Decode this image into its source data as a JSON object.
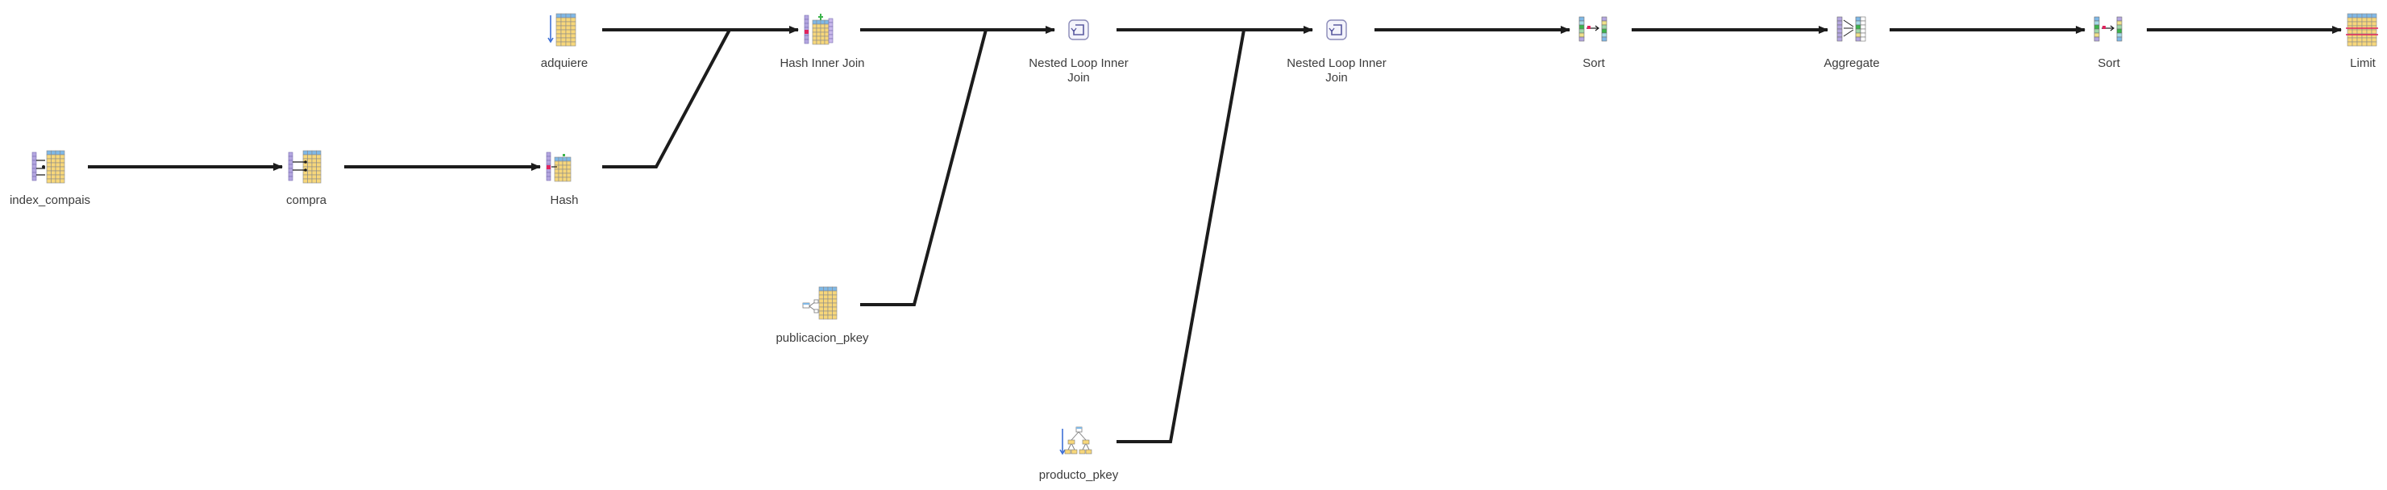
{
  "diagram": {
    "nodes": [
      {
        "id": "n-index_compais",
        "label": "index_compais",
        "icon": "index-only-scan-icon"
      },
      {
        "id": "n-compra",
        "label": "compra",
        "icon": "index-scan-icon"
      },
      {
        "id": "n-hash",
        "label": "Hash",
        "icon": "hash-icon"
      },
      {
        "id": "n-adquiere",
        "label": "adquiere",
        "icon": "seq-scan-icon"
      },
      {
        "id": "n-hash-join",
        "label": "Hash Inner Join",
        "icon": "hash-join-icon"
      },
      {
        "id": "n-publicacion",
        "label": "publicacion_pkey",
        "icon": "index-scan-pkey-icon"
      },
      {
        "id": "n-nlj1",
        "label": "Nested Loop Inner Join",
        "icon": "nested-loop-icon"
      },
      {
        "id": "n-producto",
        "label": "producto_pkey",
        "icon": "bitmap-index-scan-icon"
      },
      {
        "id": "n-nlj2",
        "label": "Nested Loop Inner Join",
        "icon": "nested-loop-icon"
      },
      {
        "id": "n-sort1",
        "label": "Sort",
        "icon": "sort-icon"
      },
      {
        "id": "n-aggregate",
        "label": "Aggregate",
        "icon": "aggregate-icon"
      },
      {
        "id": "n-sort2",
        "label": "Sort",
        "icon": "sort-icon"
      },
      {
        "id": "n-limit",
        "label": "Limit",
        "icon": "limit-icon"
      }
    ],
    "edges": [
      {
        "from": "n-index_compais",
        "to": "n-compra"
      },
      {
        "from": "n-compra",
        "to": "n-hash"
      },
      {
        "from": "n-adquiere",
        "to": "n-hash-join"
      },
      {
        "from": "n-hash",
        "to": "n-hash-join"
      },
      {
        "from": "n-hash-join",
        "to": "n-nlj1"
      },
      {
        "from": "n-publicacion",
        "to": "n-nlj1"
      },
      {
        "from": "n-nlj1",
        "to": "n-nlj2"
      },
      {
        "from": "n-producto",
        "to": "n-nlj2"
      },
      {
        "from": "n-nlj2",
        "to": "n-sort1"
      },
      {
        "from": "n-sort1",
        "to": "n-aggregate"
      },
      {
        "from": "n-aggregate",
        "to": "n-sort2"
      },
      {
        "from": "n-sort2",
        "to": "n-limit"
      }
    ]
  },
  "colors": {
    "edge": "#1c1c1c",
    "label": "#3c3c3c",
    "table_blue": "#7fb8e6",
    "table_yellow": "#f7d77a",
    "index_purple": "#b4a6e0",
    "accent_red": "#e0245e",
    "accent_green": "#3cb44b"
  }
}
